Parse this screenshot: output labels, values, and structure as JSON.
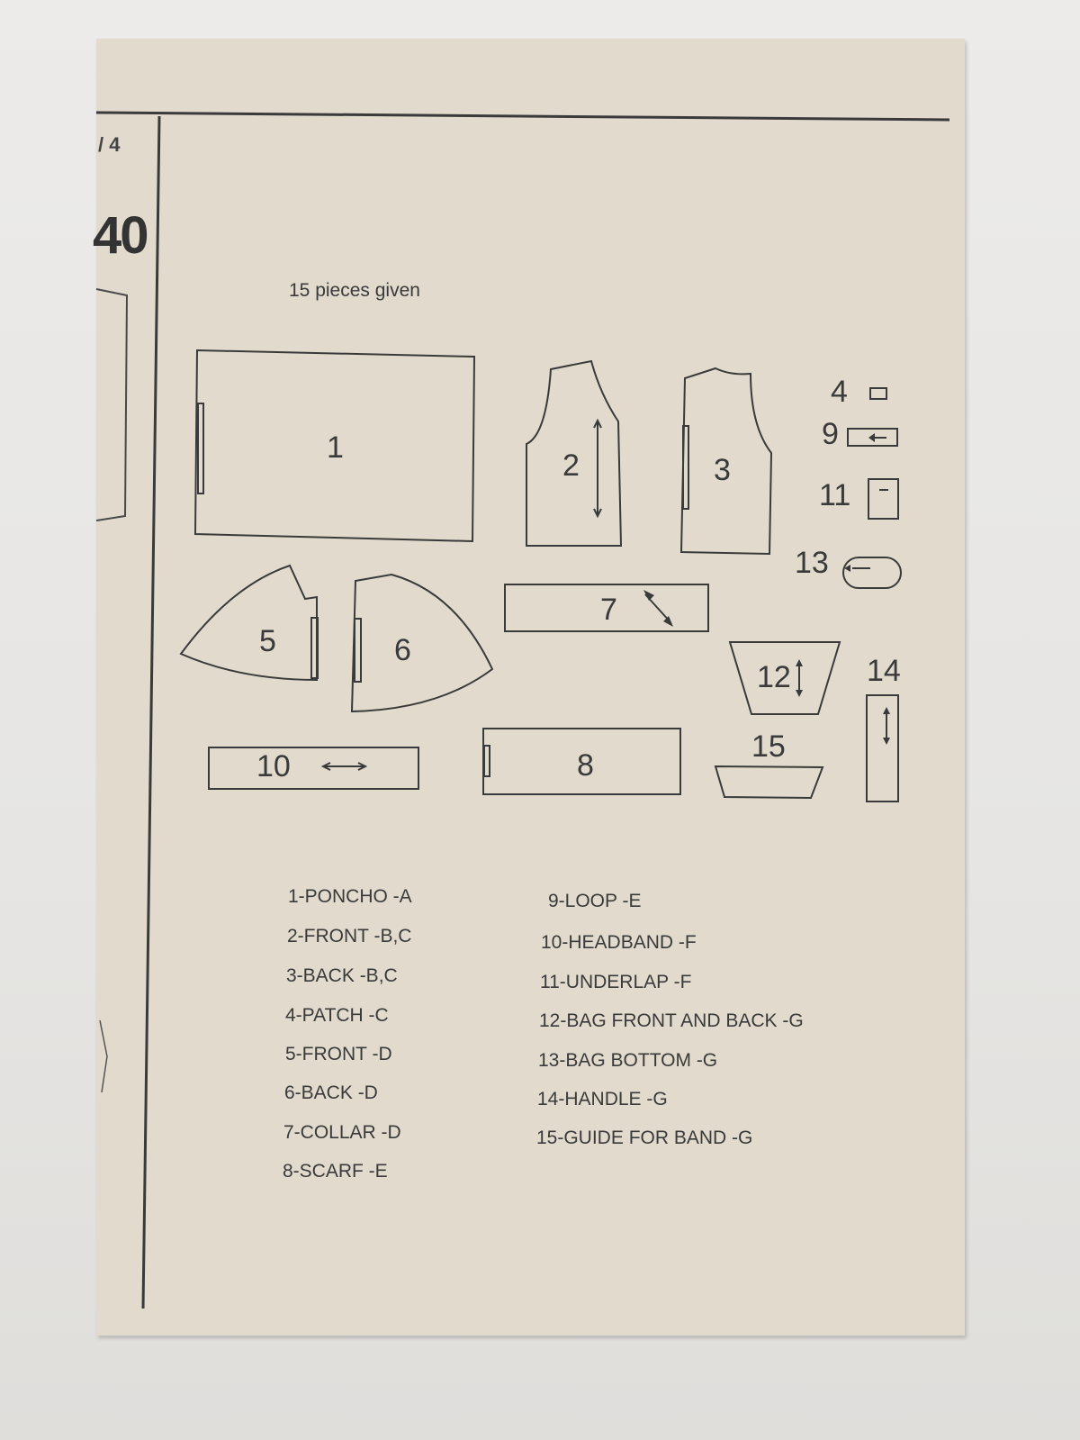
{
  "header": {
    "page_fraction": "/ 4",
    "pattern_number_fragment": "40"
  },
  "intro": "15 pieces given",
  "pieces": [
    {
      "number": "1"
    },
    {
      "number": "2"
    },
    {
      "number": "3"
    },
    {
      "number": "4"
    },
    {
      "number": "5"
    },
    {
      "number": "6"
    },
    {
      "number": "7"
    },
    {
      "number": "8"
    },
    {
      "number": "9"
    },
    {
      "number": "10"
    },
    {
      "number": "11"
    },
    {
      "number": "12"
    },
    {
      "number": "13"
    },
    {
      "number": "14"
    },
    {
      "number": "15"
    }
  ],
  "legend": {
    "left": [
      "1-PONCHO -A",
      "2-FRONT -B,C",
      "3-BACK -B,C",
      "4-PATCH -C",
      "5-FRONT -D",
      "6-BACK -D",
      "7-COLLAR -D",
      "8-SCARF -E"
    ],
    "right": [
      "9-LOOP -E",
      "10-HEADBAND -F",
      "11-UNDERLAP -F",
      "12-BAG FRONT AND BACK -G",
      "13-BAG BOTTOM -G",
      "14-HANDLE -G",
      "15-GUIDE FOR BAND -G"
    ]
  },
  "colors": {
    "paper": "#e1dacd",
    "ink": "#3a3a3a",
    "background": "#e8e7e5"
  }
}
